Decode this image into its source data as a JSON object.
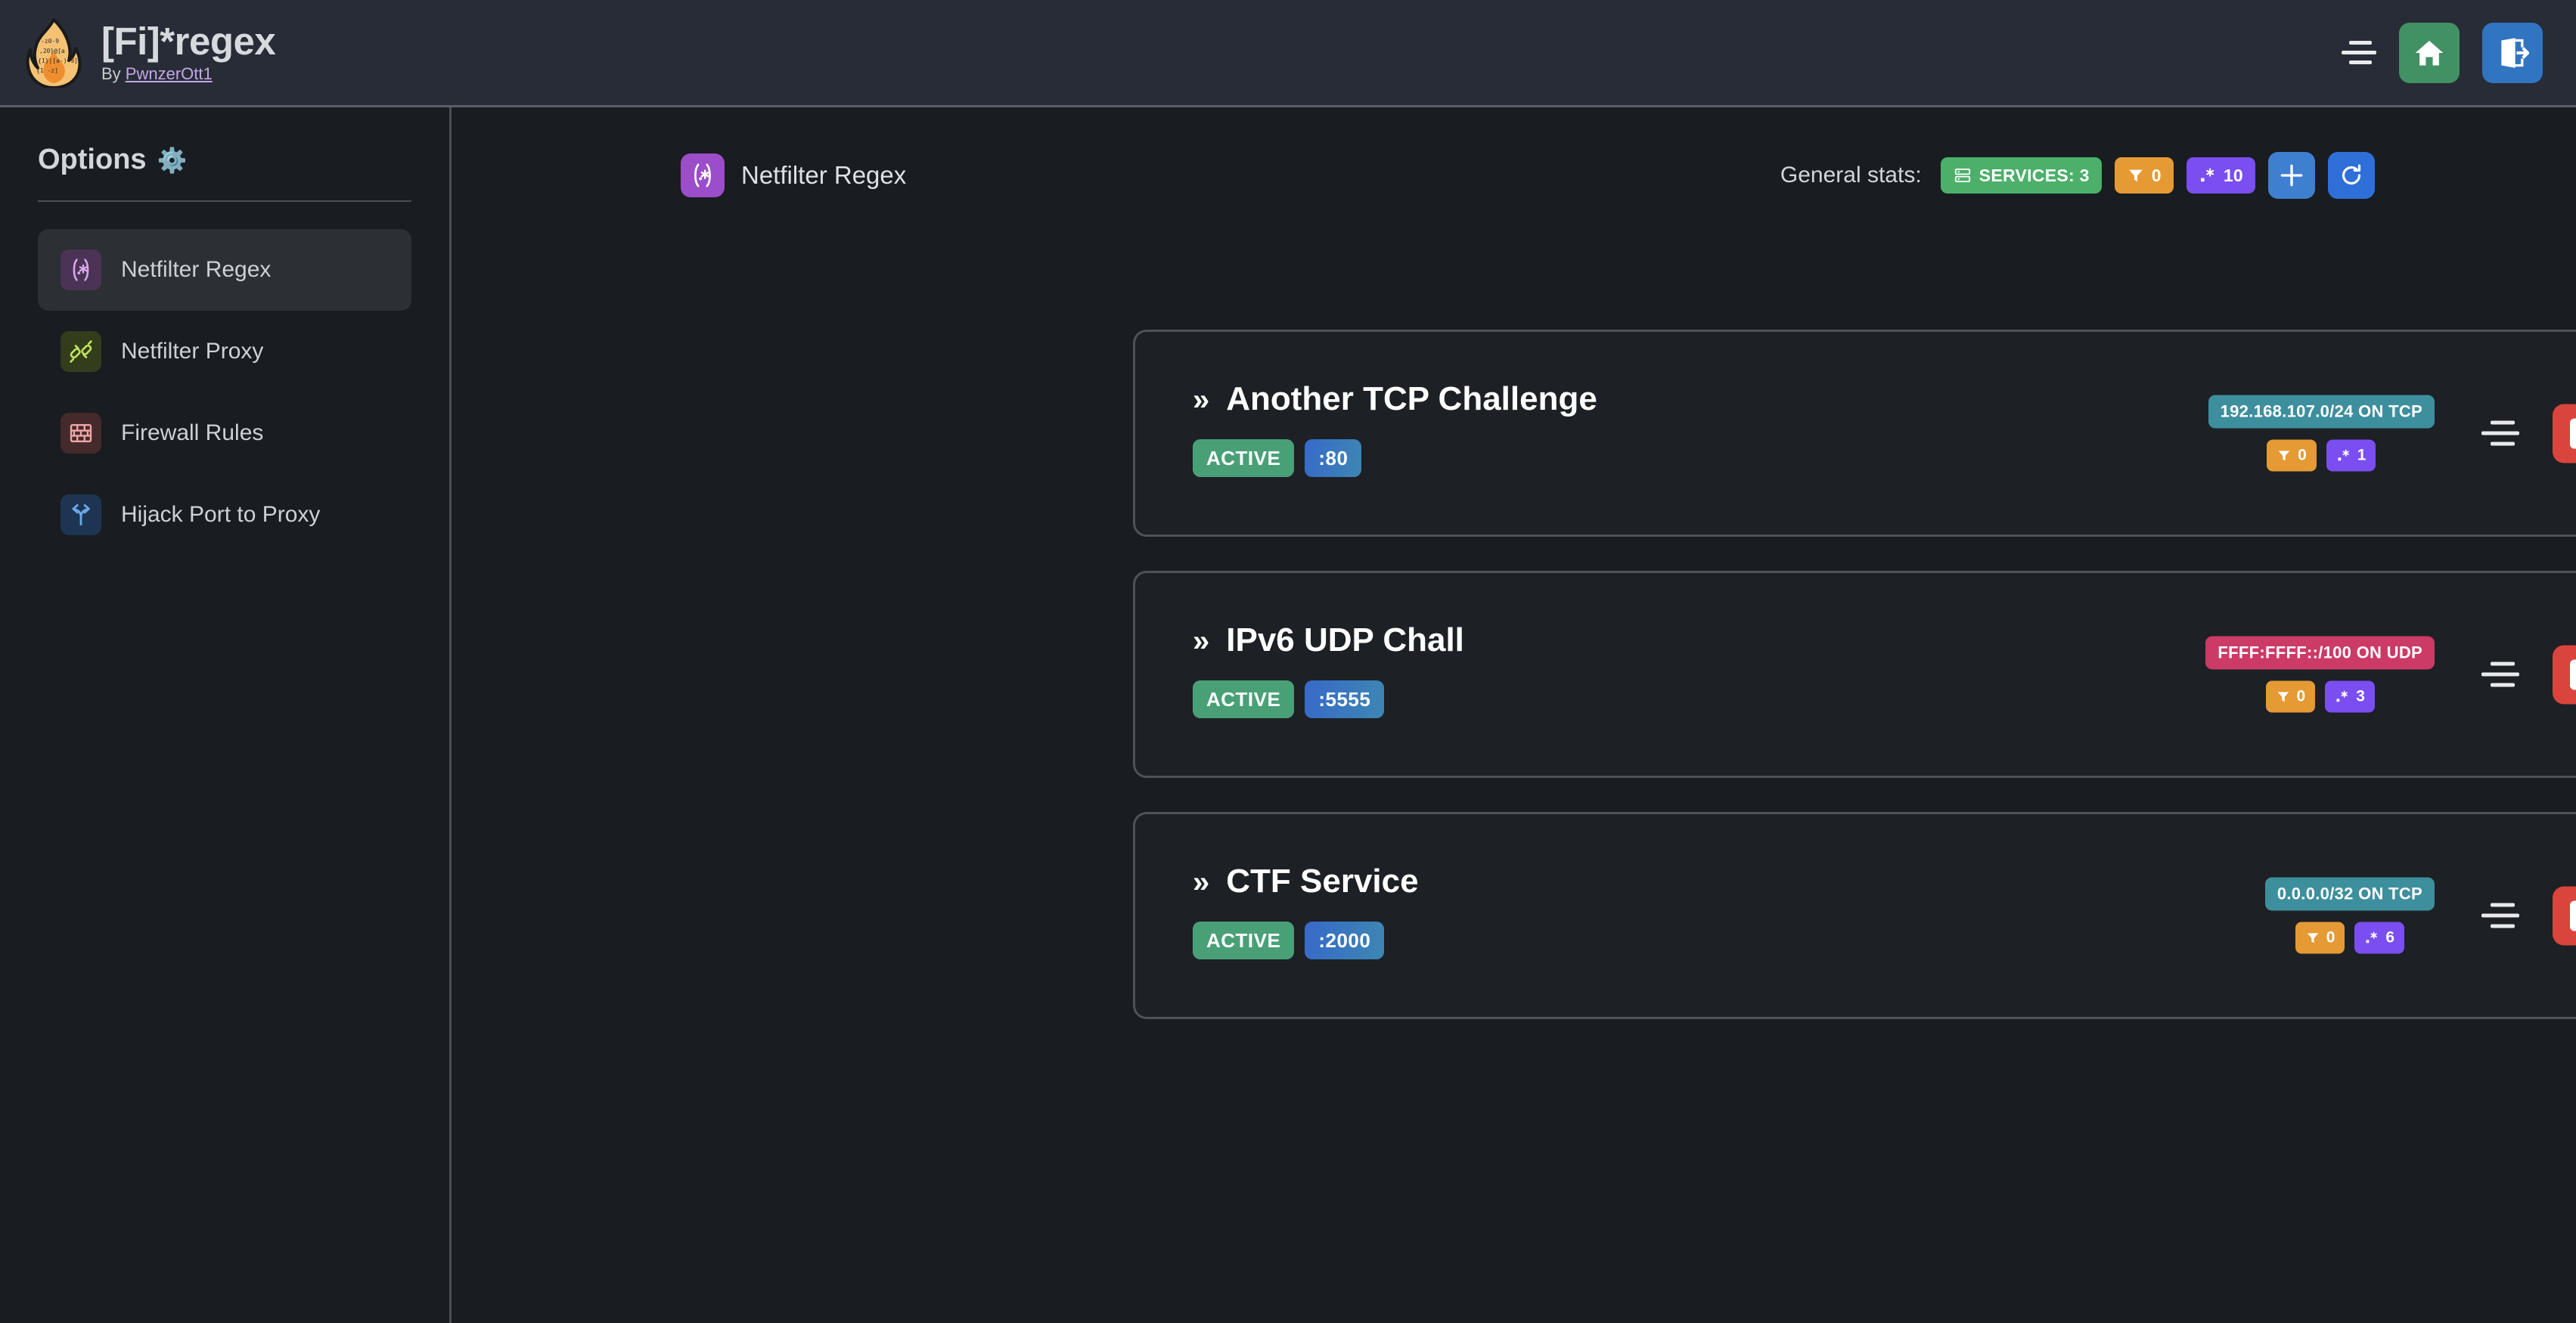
{
  "header": {
    "logo_icon": "flame-regex-logo",
    "title": "[Fi]*regex",
    "byline_prefix": "By ",
    "author": "PwnzerOtt1",
    "menu_icon": "hamburger-menu-icon",
    "home_icon": "home-icon",
    "logout_icon": "logout-icon",
    "home_color": "#429164",
    "logout_color": "#3174c0"
  },
  "sidebar": {
    "heading": "Options",
    "gear_icon": "⚙️",
    "items": [
      {
        "label": "Netfilter Regex",
        "icon": "regex-icon",
        "active": true
      },
      {
        "label": "Netfilter Proxy",
        "icon": "plug-icon",
        "active": false
      },
      {
        "label": "Firewall Rules",
        "icon": "brickwall-icon",
        "active": false
      },
      {
        "label": "Hijack Port to Proxy",
        "icon": "fork-arrow-icon",
        "active": false
      }
    ]
  },
  "main": {
    "page_icon": "regex-icon",
    "page_title": "Netfilter Regex",
    "stats_label": "General stats:",
    "stats": [
      {
        "name": "services",
        "icon": "server-icon",
        "label": "SERVICES: 3",
        "color": "#4caf6a"
      },
      {
        "name": "filters",
        "icon": "filter-icon",
        "label": "0",
        "color": "#e59a34"
      },
      {
        "name": "regexes",
        "icon": "regex-icon",
        "label": "10",
        "color": "#7a4ef0"
      }
    ],
    "add_button_icon": "plus-icon",
    "refresh_button_icon": "refresh-icon"
  },
  "services": [
    {
      "name": "Another TCP Challenge",
      "status": "ACTIVE",
      "port": ":80",
      "network": "192.168.107.0/24 ON TCP",
      "network_type": "tcp",
      "filters": "0",
      "regexes": "1",
      "chevron": "»",
      "drag_icon": "drag-handle-icon",
      "stop_icon": "stop-icon",
      "play_icon": "play-icon",
      "open_icon": "chevron-right-icon"
    },
    {
      "name": "IPv6 UDP Chall",
      "status": "ACTIVE",
      "port": ":5555",
      "network": "FFFF:FFFF::/100 ON UDP",
      "network_type": "udp",
      "filters": "0",
      "regexes": "3",
      "chevron": "»",
      "drag_icon": "drag-handle-icon",
      "stop_icon": "stop-icon",
      "play_icon": "play-icon",
      "open_icon": "chevron-right-icon"
    },
    {
      "name": "CTF Service",
      "status": "ACTIVE",
      "port": ":2000",
      "network": "0.0.0.0/32 ON TCP",
      "network_type": "tcp",
      "filters": "0",
      "regexes": "6",
      "chevron": "»",
      "drag_icon": "drag-handle-icon",
      "stop_icon": "stop-icon",
      "play_icon": "play-icon",
      "open_icon": "chevron-right-icon"
    }
  ],
  "colors": {
    "page_bg": "#191c20",
    "topbar_bg": "#272c36",
    "card_bg": "#1d2024",
    "card_border": "#4e535a",
    "accent_purple": "#9b4dca",
    "status_green": "#49a077",
    "stop_red": "#d9453c",
    "tcp_teal": "#3d8f9e",
    "udp_pink": "#cc3a66"
  }
}
